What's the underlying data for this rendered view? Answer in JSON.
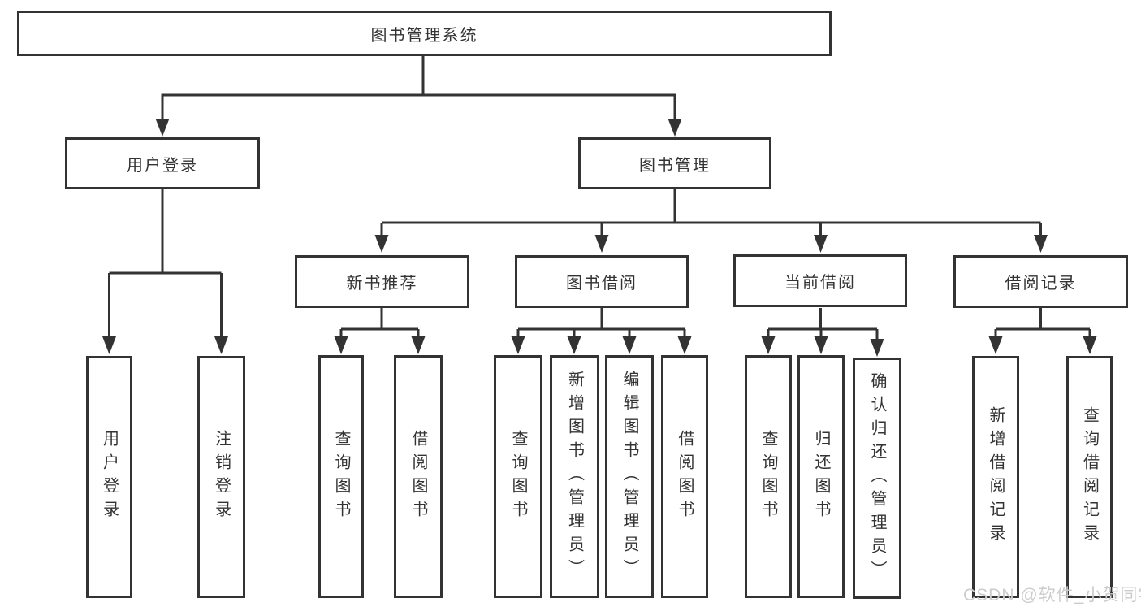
{
  "diagram": {
    "root": {
      "label": "图书管理系统"
    },
    "level2": [
      {
        "label": "用户登录"
      },
      {
        "label": "图书管理"
      }
    ],
    "level3": [
      {
        "label": "新书推荐"
      },
      {
        "label": "图书借阅"
      },
      {
        "label": "当前借阅"
      },
      {
        "label": "借阅记录"
      }
    ],
    "leaves": {
      "user": [
        "用户登录",
        "注销登录"
      ],
      "newbook": [
        "查询图书",
        "借阅图书"
      ],
      "borrow": [
        "查询图书",
        "新增图书（管理员）",
        "编辑图书（管理员）",
        "借阅图书"
      ],
      "current": [
        "查询图书",
        "归还图书",
        "确认归还（管理员）"
      ],
      "records": [
        "新增借阅记录",
        "查询借阅记录"
      ]
    }
  },
  "watermark": {
    "text": "CSDN @软件_小贺同学"
  },
  "colors": {
    "line": "#333333",
    "box_border": "#333333",
    "box_fill": "#ffffff",
    "text": "#333333",
    "watermark": "#cccccc",
    "bg": "#ffffff"
  }
}
